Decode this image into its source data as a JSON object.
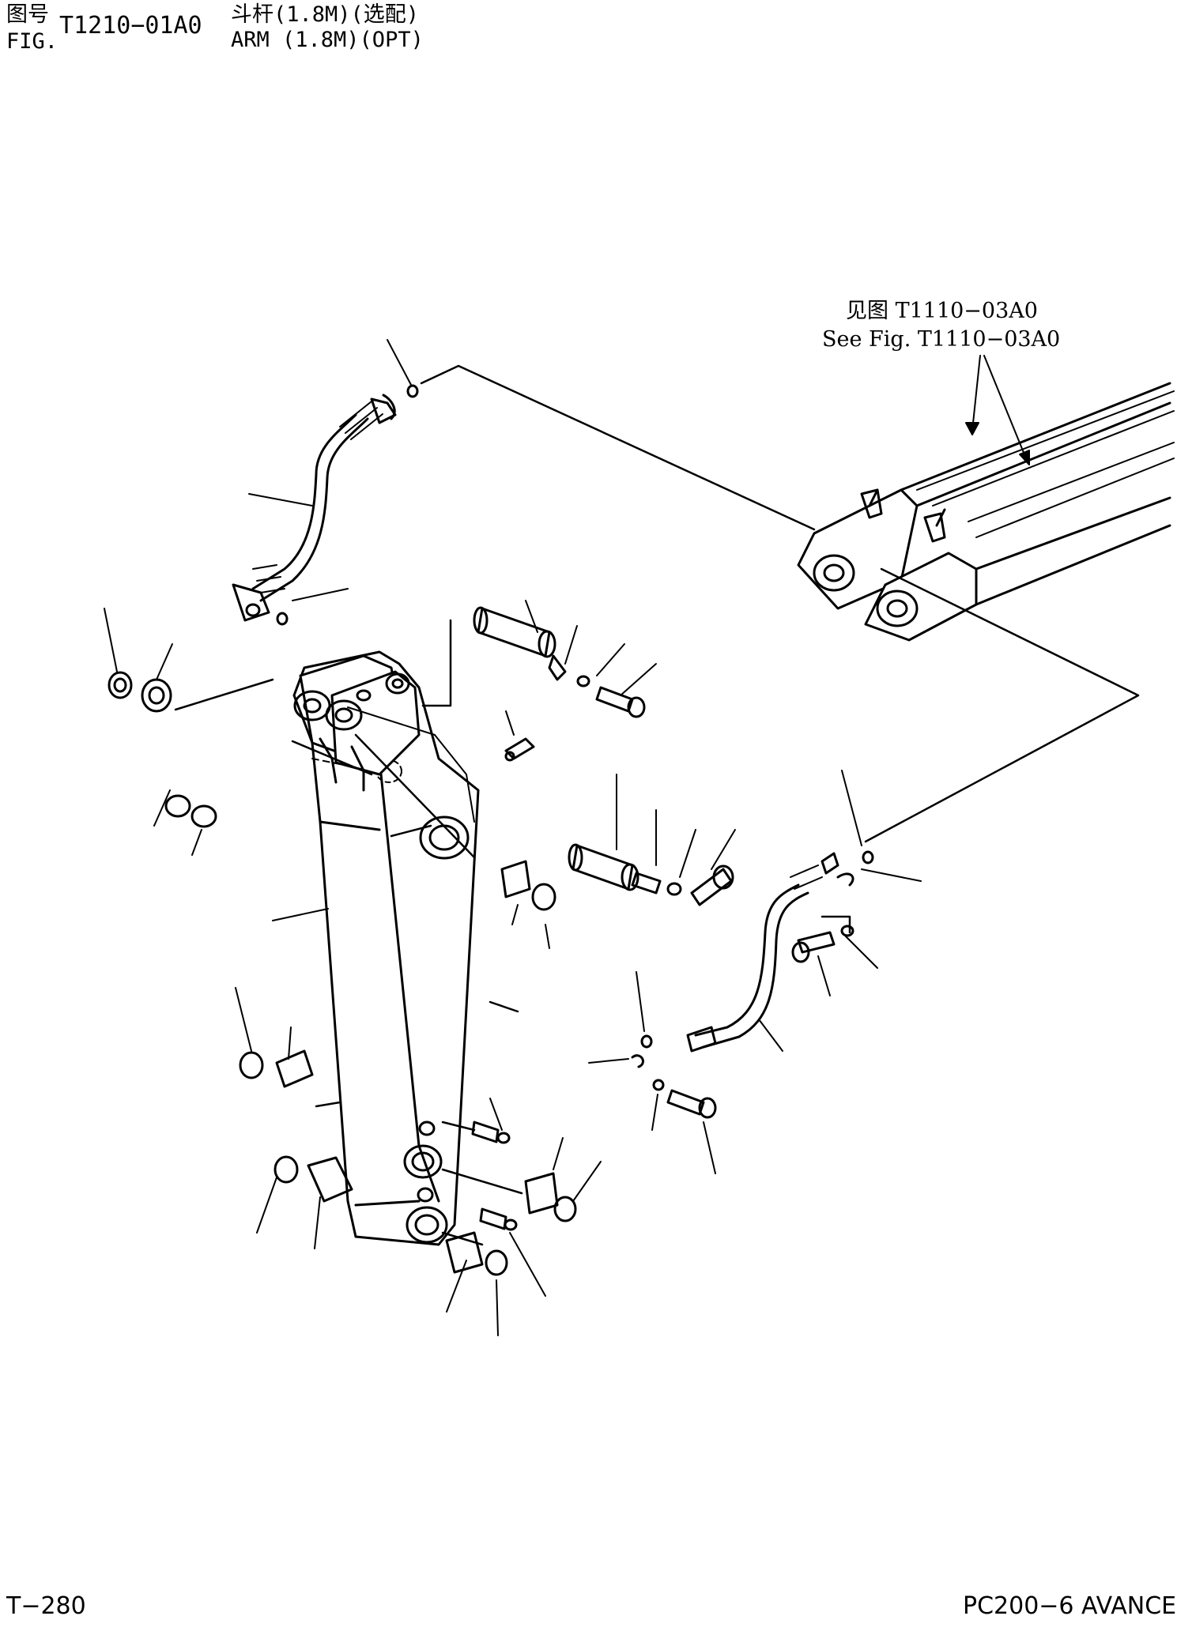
{
  "header": {
    "fig_label_cn": "图号",
    "fig_label_en": "FIG.",
    "fig_number": "T1210−01A0",
    "title_cn": "斗杆(1.8M)(选配)",
    "title_en": "ARM (1.8M)(OPT)"
  },
  "reference": {
    "line1": "见图 T1110−03A0",
    "line2": "See Fig. T1110−03A0"
  },
  "footer": {
    "page": "T−280",
    "model": "PC200−6 AVANCE"
  }
}
